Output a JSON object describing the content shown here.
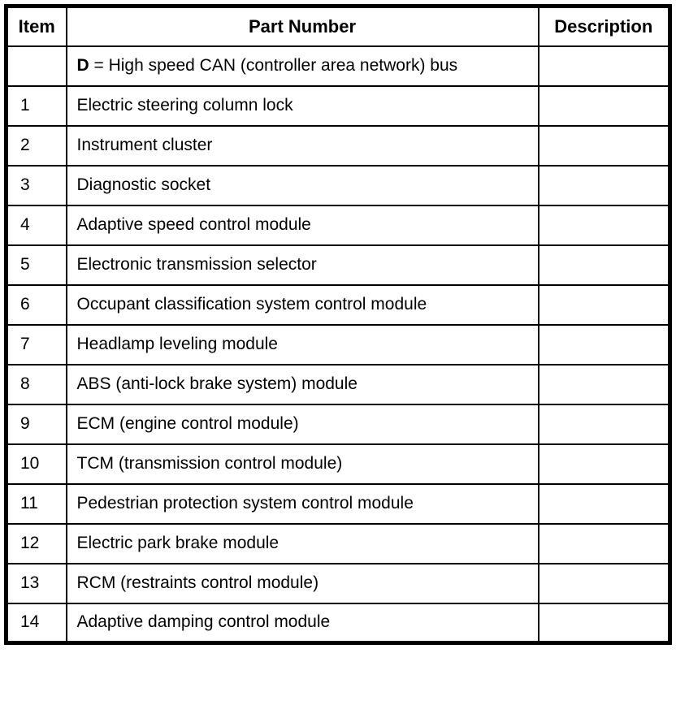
{
  "colors": {
    "border": "#000000",
    "background": "#ffffff",
    "text": "#000000"
  },
  "table": {
    "headers": {
      "item": "Item",
      "part_number": "Part Number",
      "description": "Description"
    },
    "legend": {
      "bold": "D",
      "rest": " = High speed CAN (controller area network) bus"
    },
    "rows": [
      {
        "item": "1",
        "part": "Electric steering column lock",
        "description": ""
      },
      {
        "item": "2",
        "part": "Instrument cluster",
        "description": ""
      },
      {
        "item": "3",
        "part": "Diagnostic socket",
        "description": ""
      },
      {
        "item": "4",
        "part": "Adaptive speed control module",
        "description": ""
      },
      {
        "item": "5",
        "part": "Electronic transmission selector",
        "description": ""
      },
      {
        "item": "6",
        "part": "Occupant classification system control module",
        "description": ""
      },
      {
        "item": "7",
        "part": "Headlamp leveling module",
        "description": ""
      },
      {
        "item": "8",
        "part": "ABS (anti-lock brake system) module",
        "description": ""
      },
      {
        "item": "9",
        "part": "ECM (engine control module)",
        "description": ""
      },
      {
        "item": "10",
        "part": "TCM (transmission control module)",
        "description": ""
      },
      {
        "item": "11",
        "part": "Pedestrian protection system control module",
        "description": ""
      },
      {
        "item": "12",
        "part": "Electric park brake module",
        "description": ""
      },
      {
        "item": "13",
        "part": "RCM (restraints control module)",
        "description": ""
      },
      {
        "item": "14",
        "part": "Adaptive damping control module",
        "description": ""
      }
    ]
  }
}
